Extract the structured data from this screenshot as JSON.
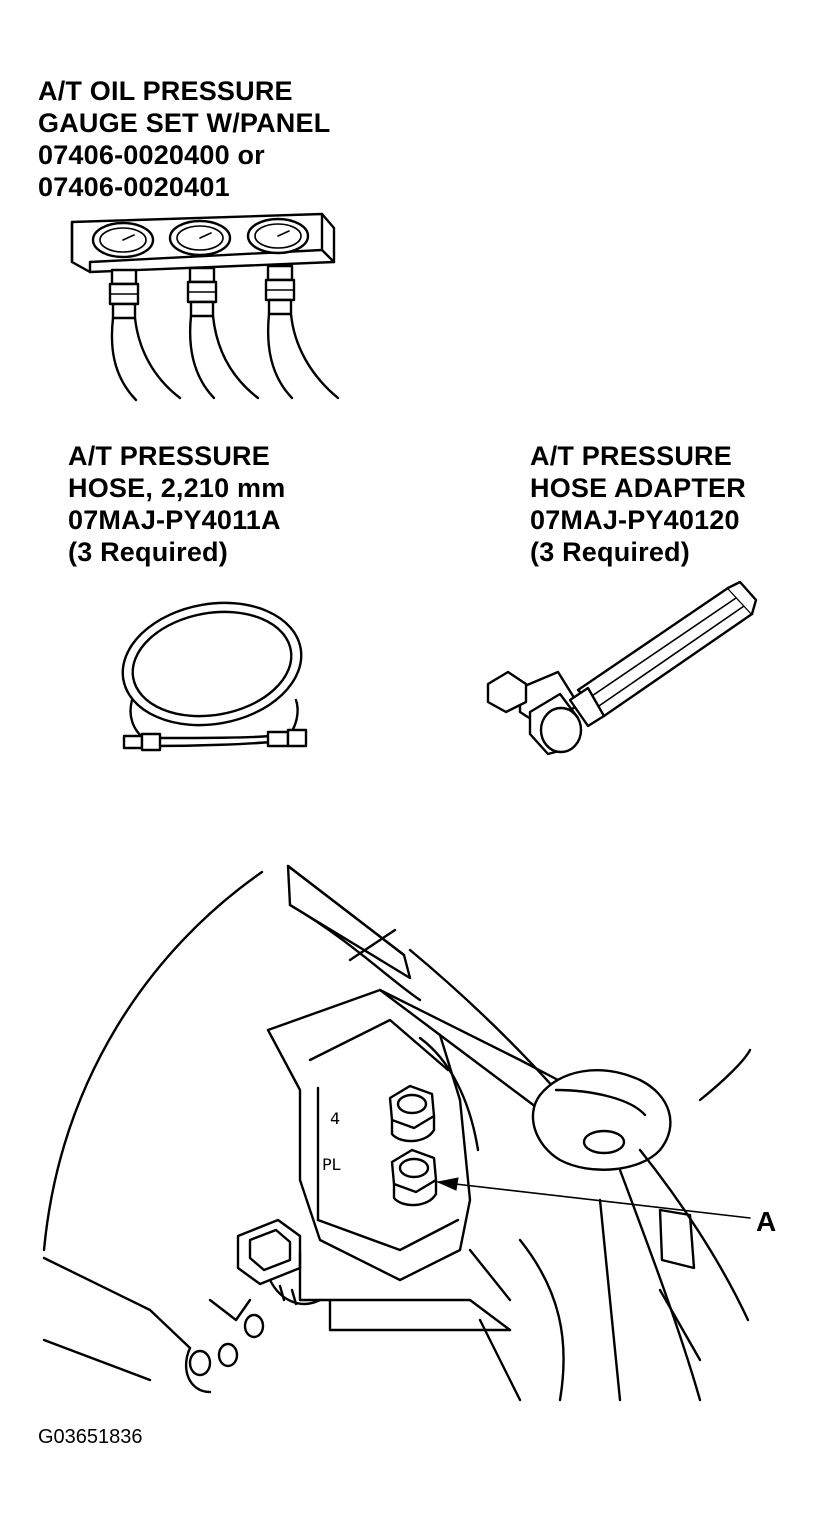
{
  "tools": {
    "gauge_set": {
      "lines": [
        "A/T OIL PRESSURE",
        "GAUGE SET W/PANEL",
        "07406-0020400 or",
        "07406-0020401"
      ]
    },
    "pressure_hose": {
      "lines": [
        "A/T PRESSURE",
        "HOSE, 2,210 mm",
        "07MAJ-PY4011A",
        "(3 Required)"
      ]
    },
    "hose_adapter": {
      "lines": [
        "A/T PRESSURE",
        "HOSE ADAPTER",
        "07MAJ-PY40120",
        "(3 Required)"
      ]
    }
  },
  "transmission": {
    "casting_marks": [
      "4",
      "PL"
    ],
    "callout": "A"
  },
  "figure_id": "G03651836"
}
